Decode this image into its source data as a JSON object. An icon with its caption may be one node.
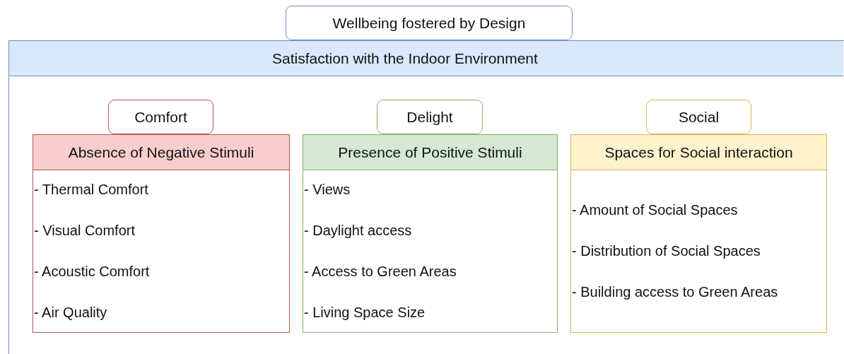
{
  "diagram": {
    "nodes": [
      {
        "text": [
          "Wellbeing fostered by Design"
        ]
      },
      {
        "text": [
          "Satisfaction with the Indoor Environment"
        ]
      },
      {
        "text": [
          "Comfort"
        ],
        "in": 1
      },
      {
        "text": [
          "Absence of Negative Stimuli",
          "- Thermal Comfort",
          "- Visual Comfort",
          "- Acoustic Comfort",
          "- Air Quality"
        ],
        "in": 1
      },
      {
        "text": [
          "Delight"
        ],
        "in": 1
      },
      {
        "text": [
          "Presence of Positive Stimuli",
          "- Views",
          "- Daylight access",
          "- Access to Green Areas",
          "- Living Space Size"
        ],
        "in": 1
      },
      {
        "text": [
          "Social"
        ],
        "in": 1
      },
      {
        "text": [
          "Spaces for Social interaction",
          "- Amount of Social Spaces",
          "- Distribution of Social Spaces",
          "- Building access to Green Areas"
        ],
        "in": 1
      }
    ]
  }
}
